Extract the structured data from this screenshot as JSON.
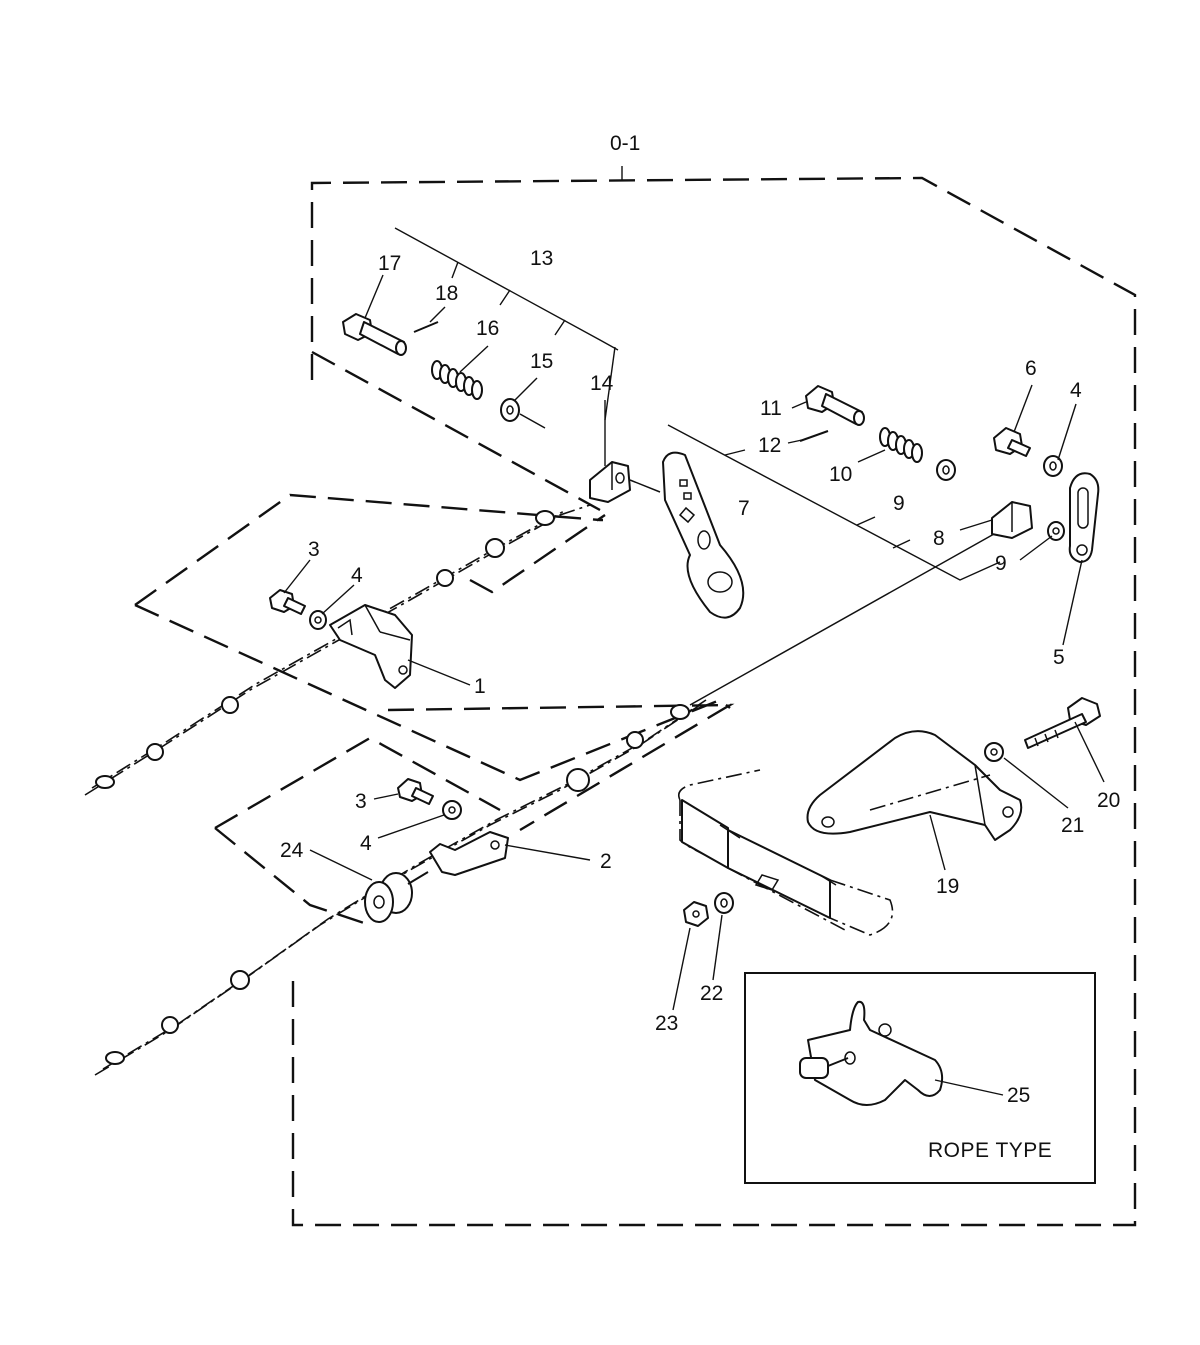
{
  "group_label": "0-1",
  "inset_caption": "ROPE TYPE",
  "callouts": {
    "c1": "1",
    "c2": "2",
    "c3a": "3",
    "c3b": "3",
    "c4a": "4",
    "c4b": "4",
    "c4c": "4",
    "c5": "5",
    "c6": "6",
    "c7": "7",
    "c8": "8",
    "c9a": "9",
    "c9b": "9",
    "c10": "10",
    "c11": "11",
    "c12": "12",
    "c13": "13",
    "c14": "14",
    "c15": "15",
    "c16": "16",
    "c17": "17",
    "c18": "18",
    "c19": "19",
    "c20": "20",
    "c21": "21",
    "c22": "22",
    "c23": "23",
    "c24": "24",
    "c25": "25"
  }
}
